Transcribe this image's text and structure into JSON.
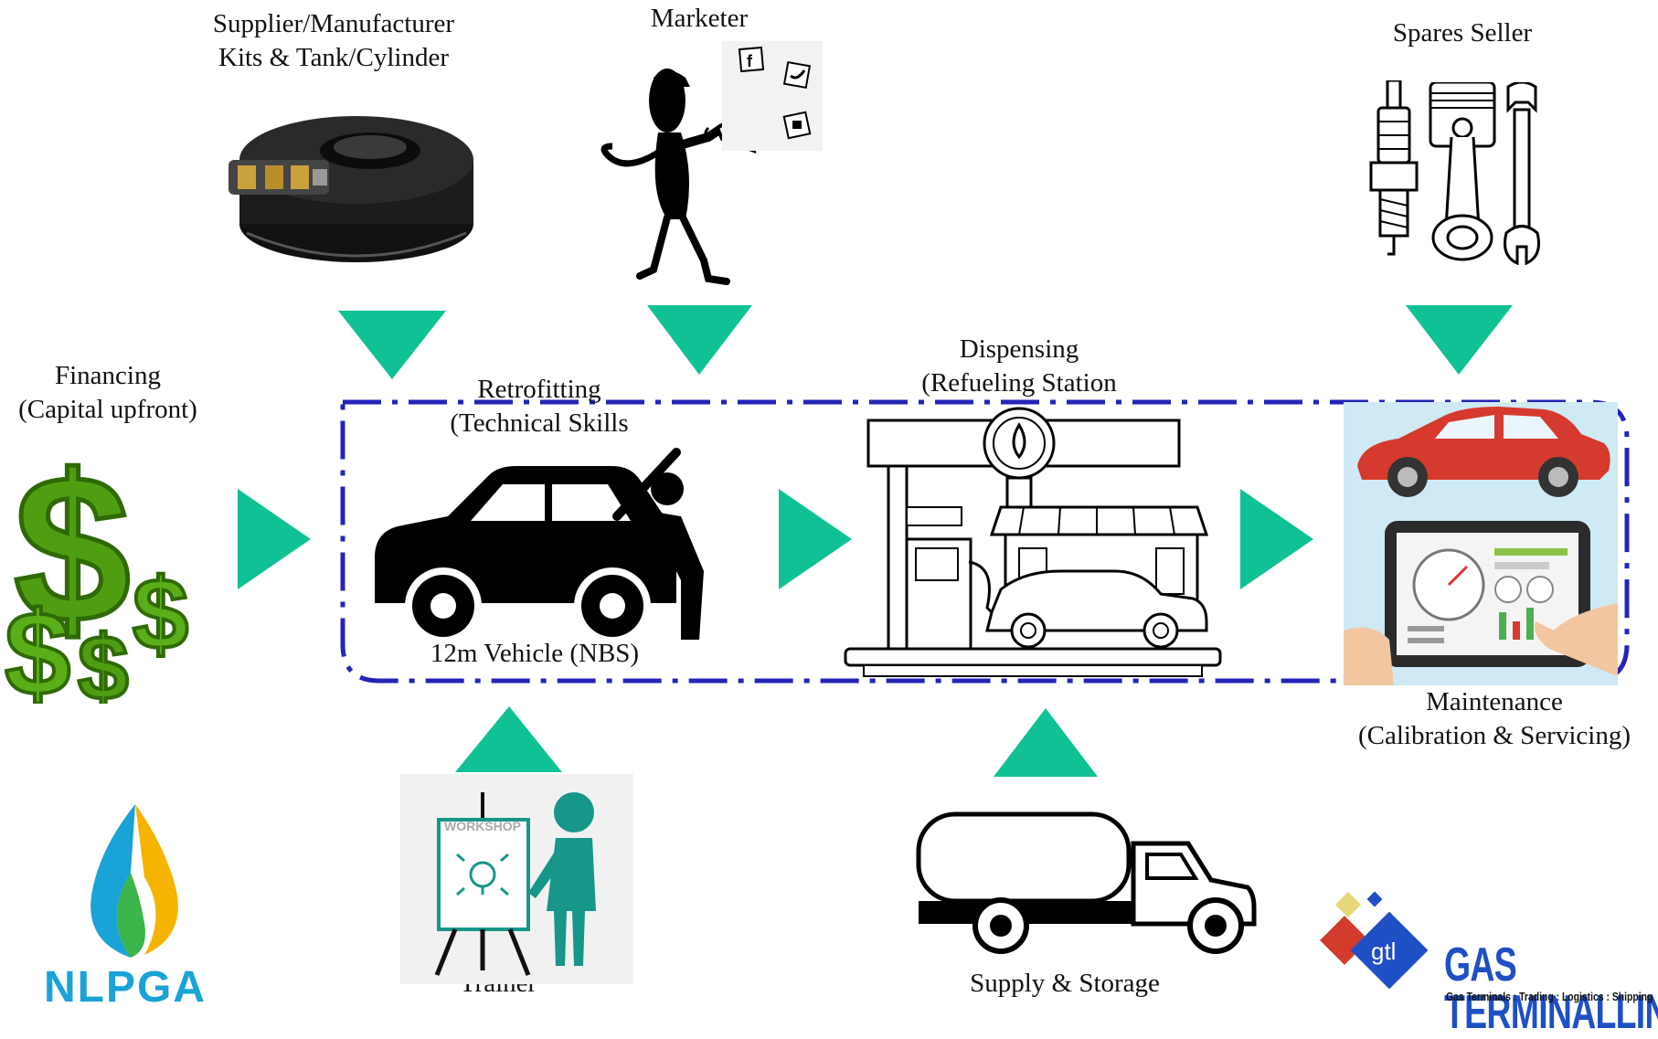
{
  "labels": {
    "supplier_line1": "Supplier/Manufacturer",
    "supplier_line2": "Kits & Tank/Cylinder",
    "marketer": "Marketer",
    "spares": "Spares Seller",
    "financing_line1": "Financing",
    "financing_line2": "(Capital upfront)",
    "retrofitting_line1": "Retrofitting",
    "retrofitting_line2": "(Technical Skills",
    "vehicle": "12m Vehicle (NBS)",
    "dispensing_line1": "Dispensing",
    "dispensing_line2": "(Refueling Station",
    "maintenance_line1": "Maintenance",
    "maintenance_line2": "(Calibration & Servicing)",
    "trainer": "Trainer",
    "supply": "Supply & Storage",
    "workshop": "WORKSHOP"
  },
  "logos": {
    "nlpga": "NLPGA",
    "gtl_mark": "gtl",
    "gtl_name": "GAS TERMINALLINE",
    "gtl_tagline": "Gas Terminals : Trading : Logistics : Shipping"
  },
  "icons": [
    "cylinder-tank-icon",
    "megaphone-person-icon",
    "social-media-icon",
    "spark-plug-icon",
    "piston-icon",
    "wrench-icon",
    "dollar-signs-icon",
    "car-repair-icon",
    "fuel-station-icon",
    "car-tablet-diagnostics-icon",
    "workshop-trainer-icon",
    "fuel-tanker-truck-icon"
  ],
  "colors": {
    "arrow": "#10c196",
    "dash_box": "#2424b8",
    "dollar": "#4f9e12",
    "car_red": "#d63a2e",
    "teal": "#17968a"
  }
}
